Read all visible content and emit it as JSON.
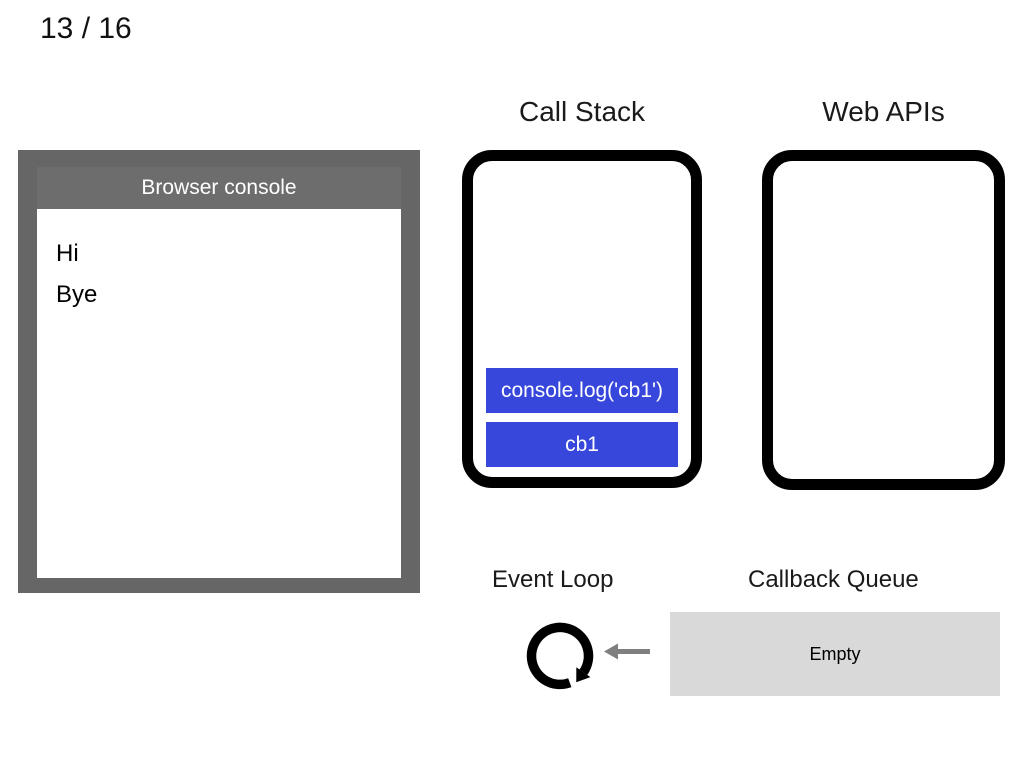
{
  "slide": {
    "counter": "13 / 16"
  },
  "console_panel": {
    "title": "Browser console",
    "logs": [
      "Hi",
      "Bye"
    ]
  },
  "call_stack": {
    "title": "Call Stack",
    "frames": [
      "console.log('cb1')",
      "cb1"
    ]
  },
  "web_apis": {
    "title": "Web APIs"
  },
  "event_loop": {
    "title": "Event Loop",
    "icon": "clockwise-loop-arrow-icon"
  },
  "callback_queue": {
    "title": "Callback Queue",
    "status": "Empty",
    "arrow_icon": "left-arrow-icon"
  },
  "colors": {
    "panel_gray": "#666666",
    "panel_header_gray": "#6d6d6d",
    "stack_item_blue": "#3747dc",
    "queue_empty_gray": "#d9d9d9",
    "arrow_gray": "#7f7f7f"
  }
}
